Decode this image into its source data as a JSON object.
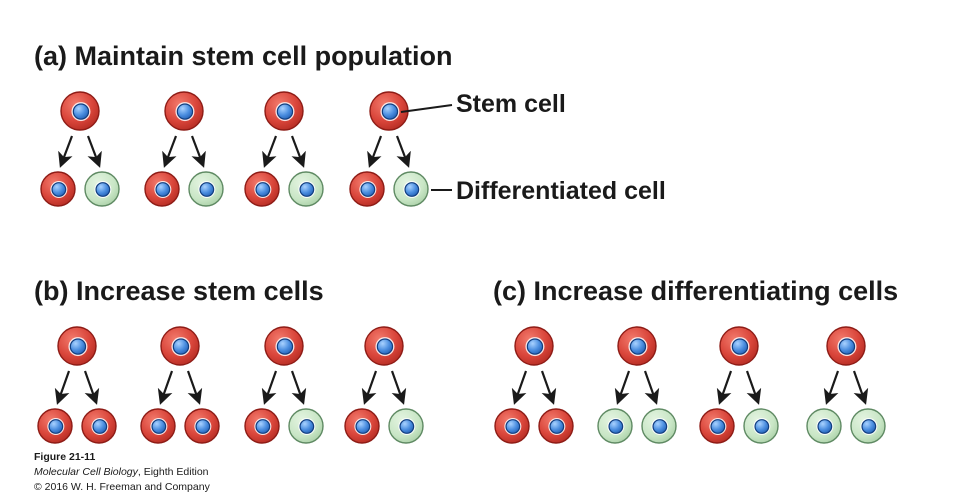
{
  "panels": [
    {
      "title": "(a)  Maintain stem cell population",
      "divisions": [
        [
          "stem",
          "diff"
        ],
        [
          "stem",
          "diff"
        ],
        [
          "stem",
          "diff"
        ],
        [
          "stem",
          "diff"
        ]
      ]
    },
    {
      "title": "(b)  Increase stem cells",
      "divisions": [
        [
          "stem",
          "stem"
        ],
        [
          "stem",
          "stem"
        ],
        [
          "stem",
          "diff"
        ],
        [
          "stem",
          "diff"
        ]
      ]
    },
    {
      "title": "(c)  Increase differentiating cells",
      "divisions": [
        [
          "stem",
          "stem"
        ],
        [
          "diff",
          "diff"
        ],
        [
          "stem",
          "diff"
        ],
        [
          "diff",
          "diff"
        ]
      ]
    }
  ],
  "labels": {
    "stem_cell": "Stem cell",
    "differentiated_cell": "Differentiated cell"
  },
  "credit": {
    "figure": "Figure 21-11",
    "book_title": "Molecular Cell Biology",
    "book_edition": ", Eighth Edition",
    "copyright": "© 2016 W. H. Freeman and Company"
  },
  "colors": {
    "stem_outer": "#d9453a",
    "stem_outer_edge": "#8e1c16",
    "diff_outer": "#c9e6c6",
    "diff_outer_edge": "#5f8a63",
    "nucleus": "#3b7fd0",
    "nucleus_edge": "#123f80",
    "arrow": "#1a1a1a"
  }
}
